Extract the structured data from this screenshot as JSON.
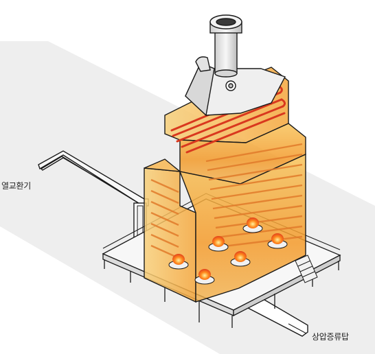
{
  "diagram": {
    "labels": {
      "heat_exchanger": "열교환기",
      "atmospheric_column": "상압증류탑"
    },
    "colors": {
      "ground": "#eeeeee",
      "platform": "#f6f6f6",
      "furnace_glow": "#f5a623",
      "tube_red": "#d9381e",
      "outline": "#1a1a1a",
      "steel": "#e6e6e6"
    },
    "burner_count": 6
  }
}
